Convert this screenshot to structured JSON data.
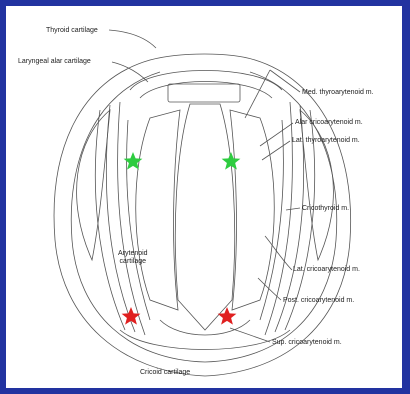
{
  "labels": {
    "thyroid_cartilage": "Thyroid cartilage",
    "laryngeal_alar_cartilage": "Laryngeal alar cartilage",
    "med_thyroarytenoid": "Med. thyroarytenoid m.",
    "alar_cricoarytenoid": "Alar cricoarytenoid m.",
    "lat_thyroarytenoid": "Lat. thyroarytenoid m.",
    "cricothyroid": "Cricothyroid m.",
    "arytenoid_line1": "Arytenoid",
    "arytenoid_line2": "cartilage",
    "lat_cricoarytenoid": "Lat. cricoarytenoid m.",
    "post_cricoarytenoid": "Post. cricoarytenoid m.",
    "sup_cricoarytenoid": "Sup. cricoarytenoid m.",
    "cricoid_cartilage": "Cricoid cartilage"
  },
  "markers": {
    "green_star_color": "#2ecc40",
    "red_star_color": "#e02020"
  }
}
